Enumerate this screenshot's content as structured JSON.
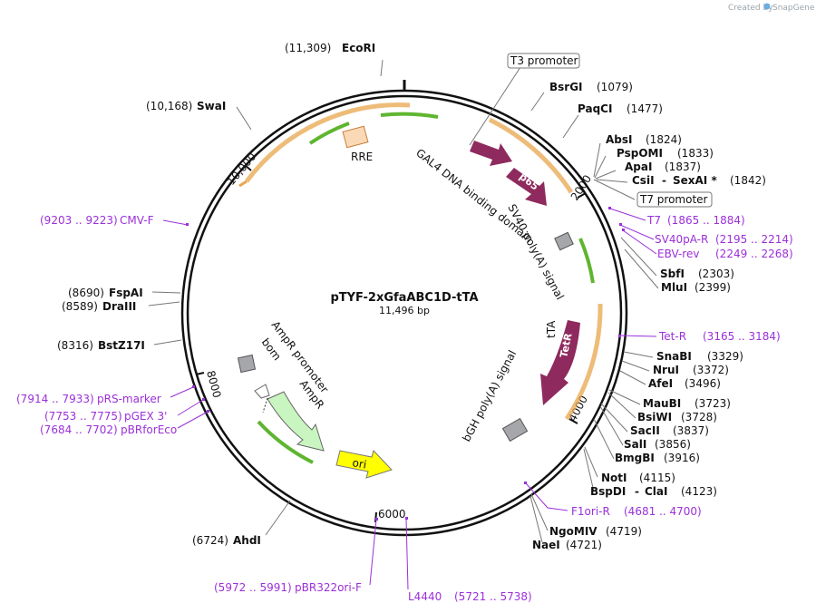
{
  "credit": {
    "text": "Created by",
    "brand": "SnapGene"
  },
  "plasmid": {
    "name": "pTYF-2xGfaABC1D-tTA",
    "size": "11,496 bp"
  },
  "ticks": [
    "2000",
    "4000",
    "6000",
    "8000",
    "10,000"
  ],
  "boxed_labels": {
    "t3": "T3 promoter",
    "t7": "T7 promoter"
  },
  "enzymes": [
    {
      "name": "EcoRI",
      "coord": "(11,309)"
    },
    {
      "name": "BsrGI",
      "coord": "(1079)"
    },
    {
      "name": "PaqCI",
      "coord": "(1477)"
    },
    {
      "name": "AbsI",
      "coord": "(1824)"
    },
    {
      "name": "PspOMI",
      "coord": "(1833)"
    },
    {
      "name": "ApaI",
      "coord": "(1837)"
    },
    {
      "name": "CsiI",
      "name2": "SexAI *",
      "coord": "(1842)"
    },
    {
      "name": "SbfI",
      "coord": "(2303)"
    },
    {
      "name": "MluI",
      "coord": "(2399)"
    },
    {
      "name": "SnaBI",
      "coord": "(3329)"
    },
    {
      "name": "NruI",
      "coord": "(3372)"
    },
    {
      "name": "AfeI",
      "coord": "(3496)"
    },
    {
      "name": "MauBI",
      "coord": "(3723)"
    },
    {
      "name": "BsiWI",
      "coord": "(3728)"
    },
    {
      "name": "SacII",
      "coord": "(3837)"
    },
    {
      "name": "SalI",
      "coord": "(3856)"
    },
    {
      "name": "BmgBI",
      "coord": "(3916)"
    },
    {
      "name": "NotI",
      "coord": "(4115)"
    },
    {
      "name": "BspDI",
      "name2": "ClaI",
      "coord": "(4123)"
    },
    {
      "name": "NgoMIV",
      "coord": "(4719)"
    },
    {
      "name": "NaeI",
      "coord": "(4721)"
    },
    {
      "name": "AhdI",
      "coord": "(6724)"
    },
    {
      "name": "BstZ17I",
      "coord": "(8316)"
    },
    {
      "name": "DraIII",
      "coord": "(8589)"
    },
    {
      "name": "FspAI",
      "coord": "(8690)"
    },
    {
      "name": "SwaI",
      "coord": "(10,168)"
    }
  ],
  "primers": [
    {
      "name": "T7",
      "range": "(1865 .. 1884)"
    },
    {
      "name": "SV40pA-R",
      "range": "(2195 .. 2214)"
    },
    {
      "name": "EBV-rev",
      "range": "(2249 .. 2268)"
    },
    {
      "name": "Tet-R",
      "range": "(3165 .. 3184)"
    },
    {
      "name": "F1ori-R",
      "range": "(4681 .. 4700)"
    },
    {
      "name": "L4440",
      "range": "(5721 .. 5738)"
    },
    {
      "name": "pBR322ori-F",
      "range": "(5972 .. 5991)"
    },
    {
      "name": "pBRforEco",
      "range": "(7684 .. 7702)"
    },
    {
      "name": "pGEX 3'",
      "range": "(7753 .. 7775)"
    },
    {
      "name": "pRS-marker",
      "range": "(7914 .. 7933)"
    },
    {
      "name": "CMV-F",
      "range": "(9203 .. 9223)"
    }
  ],
  "features": {
    "rre": "RRE",
    "gal4": "GAL4 DNA binding domain",
    "p65": "p65",
    "sv40": "SV40 poly(A) signal",
    "tta": "tTA",
    "tetr": "TetR",
    "bgh": "bGH poly(A) signal",
    "ori": "ori",
    "ampr": "AmpR",
    "ampr_promoter": "AmpR promoter",
    "bom": "bom"
  },
  "colors": {
    "backbone": "#111111",
    "primer": "#9b30d9",
    "orange_arc": "#e8a64c",
    "green_arrow": "#5fb530",
    "tetr": "#8e2a5e",
    "ori": "#ffff00",
    "ampr": "#c8f5c0",
    "rre": "#fcd9b6",
    "gray_box": "#a5a7ab"
  }
}
